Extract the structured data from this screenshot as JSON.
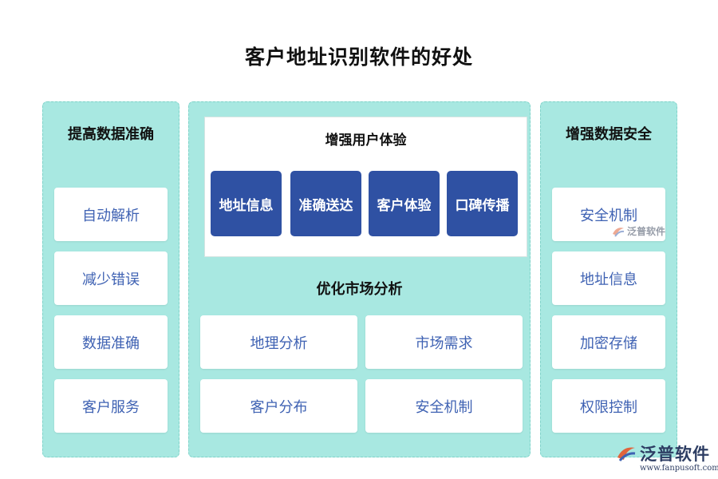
{
  "title": "客户地址识别软件的好处",
  "left_panel": {
    "heading": "提高数据准确",
    "items": [
      "自动解析",
      "减少错误",
      "数据准确",
      "客户服务"
    ]
  },
  "middle_panel": {
    "inner_heading": "增强用户体验",
    "blue_items": [
      "地址信息",
      "准确送达",
      "客户体验",
      "口碑传播"
    ],
    "heading": "优化市场分析",
    "items": [
      "地理分析",
      "市场需求",
      "客户分布",
      "安全机制"
    ]
  },
  "right_panel": {
    "heading": "增强数据安全",
    "items": [
      "安全机制",
      "地址信息",
      "加密存储",
      "权限控制"
    ]
  },
  "watermark": {
    "small_text": "泛普软件",
    "brand": "泛普软件",
    "url": "www.fanpusoft.com"
  },
  "colors": {
    "panel_bg": "#a8e8e1",
    "card_text": "#3f62b3",
    "blue_card": "#2f51a3"
  }
}
